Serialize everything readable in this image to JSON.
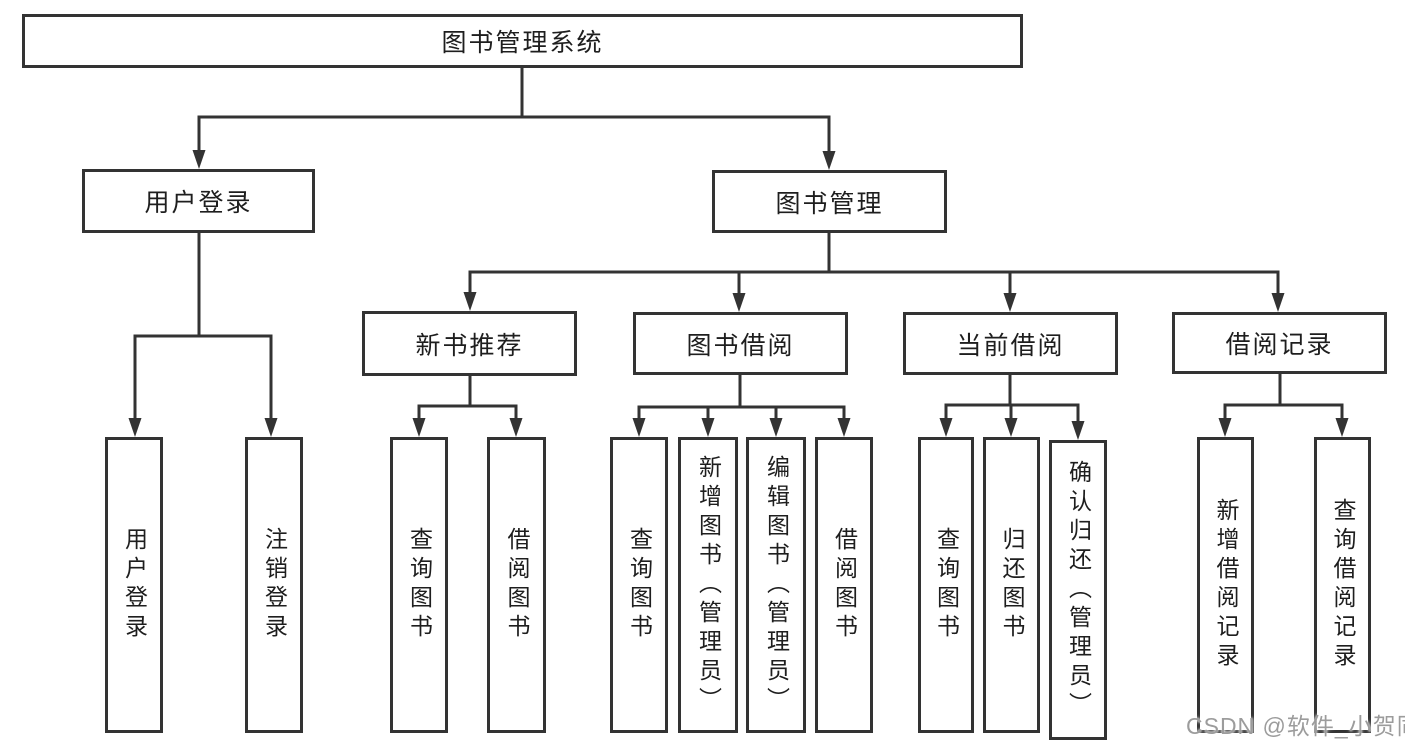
{
  "diagram": {
    "nodes": {
      "root": "图书管理系统",
      "user_login": "用户登录",
      "book_management": "图书管理",
      "new_book_recommend": "新书推荐",
      "book_borrowing": "图书借阅",
      "current_borrowing": "当前借阅",
      "borrowing_records": "借阅记录",
      "leaf_user_login": "用户登录",
      "leaf_logout": "注销登录",
      "leaf_recommend_query_books": "查询图书",
      "leaf_recommend_borrow_books": "借阅图书",
      "leaf_borrowing_query_books": "查询图书",
      "leaf_borrowing_add_books": "新增图书（管理员）",
      "leaf_borrowing_edit_books": "编辑图书（管理员）",
      "leaf_borrowing_borrow_books": "借阅图书",
      "leaf_current_query_books": "查询图书",
      "leaf_current_return_books": "归还图书",
      "leaf_current_confirm_return": "确认归还（管理员）",
      "leaf_records_add_record": "新增借阅记录",
      "leaf_records_query_record": "查询借阅记录"
    }
  },
  "watermark": "CSDN @软件_小贺同学",
  "colors": {
    "line": "#333333",
    "text": "#1e1e1e",
    "watermark": "#9c9c9c",
    "background": "#ffffff"
  }
}
